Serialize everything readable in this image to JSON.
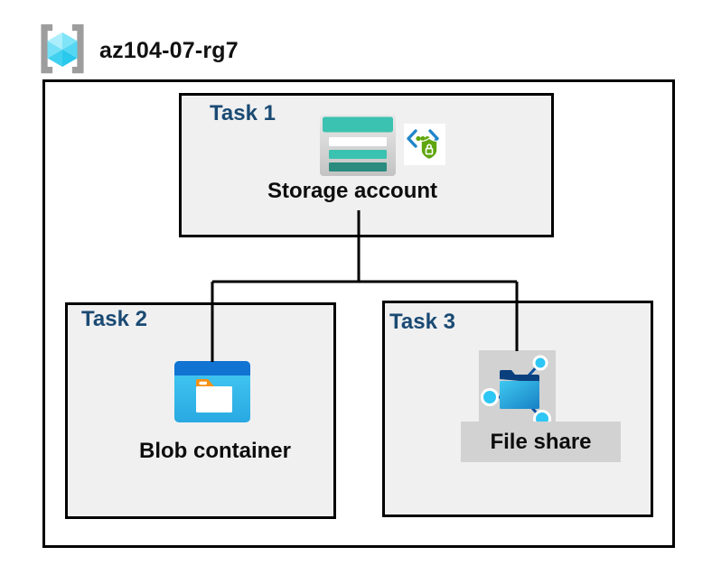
{
  "header": {
    "resource_group_name": "az104-07-rg7",
    "resource_group_icon": "resource-group-icon"
  },
  "tasks": [
    {
      "label": "Task 1",
      "resource": "Storage account",
      "icons": [
        "storage-account-icon",
        "sas-shield-icon"
      ]
    },
    {
      "label": "Task 2",
      "resource": "Blob container",
      "icons": [
        "blob-container-icon"
      ]
    },
    {
      "label": "Task 3",
      "resource": "File share",
      "icons": [
        "file-share-icon"
      ],
      "highlighted": true
    }
  ],
  "connections": [
    {
      "from": "Storage account",
      "to": "Blob container"
    },
    {
      "from": "Storage account",
      "to": "File share"
    }
  ],
  "colors": {
    "task_label_navy": "#1a4a73",
    "box_fill_gray": "#f0f0f1",
    "border_black": "#000000",
    "storage_teal": "#3cc2b0",
    "storage_teal_dark": "#2a8b7e",
    "blob_top_blue": "#1173d2",
    "blob_body_cyan": "#38c2ef",
    "folder_tab_orange": "#f59116",
    "file_share_highlight_gray": "#d2d2d2",
    "file_share_navy": "#0a3f7e",
    "node_cyan": "#2ec6f5",
    "sas_green": "#5fa60f",
    "sas_blue": "#2186c9",
    "rg_bracket_gray": "#9d9d9d",
    "rg_cube_cyan": "#55d8f3"
  }
}
